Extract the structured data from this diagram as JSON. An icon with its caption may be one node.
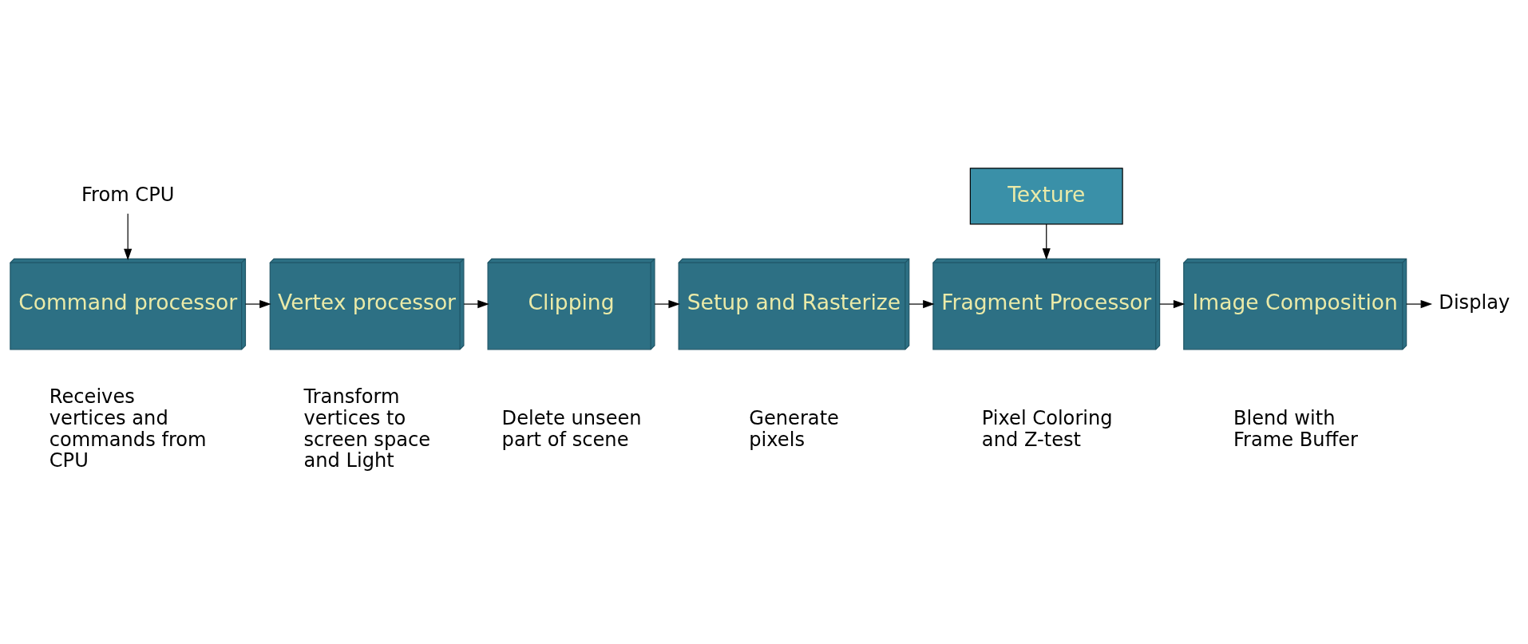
{
  "diagram": {
    "nodes": [
      {
        "text": [
          "From CPU"
        ]
      },
      {
        "text": [
          "Command processor"
        ],
        "beside": [
          "Receives vertices and commands from CPU"
        ]
      },
      {
        "text": [
          "Vertex processor"
        ],
        "beside": [
          "Transform vertices to screen space and Light"
        ]
      },
      {
        "text": [
          "Clipping"
        ],
        "beside": [
          "Delete unseen part of scene"
        ]
      },
      {
        "text": [
          "Setup and Rasterize"
        ],
        "beside": [
          "Generate pixels"
        ]
      },
      {
        "text": [
          "Texture"
        ]
      },
      {
        "text": [
          "Fragment Processor"
        ],
        "beside": [
          "Pixel Coloring and Z-test"
        ]
      },
      {
        "text": [
          "Image Composition"
        ],
        "beside": [
          "Blend with Frame Buffer"
        ]
      },
      {
        "text": [
          "Display"
        ]
      }
    ],
    "edges": [
      {
        "from": 0,
        "to": 1,
        "arrow": "to"
      },
      {
        "from": 1,
        "to": 2,
        "arrow": "to"
      },
      {
        "from": 2,
        "to": 3,
        "arrow": "to"
      },
      {
        "from": 3,
        "to": 4,
        "arrow": "to"
      },
      {
        "from": 4,
        "to": 6,
        "arrow": "to"
      },
      {
        "from": 5,
        "to": 6,
        "arrow": "to"
      },
      {
        "from": 6,
        "to": 7,
        "arrow": "to"
      },
      {
        "from": 7,
        "to": 8,
        "arrow": "to"
      }
    ]
  }
}
